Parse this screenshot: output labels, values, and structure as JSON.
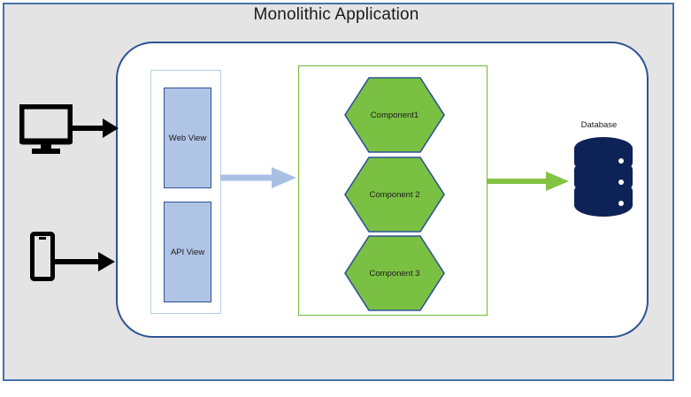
{
  "diagram": {
    "title": "Monolithic Application",
    "colors": {
      "plate_background": "#e4e4e4",
      "plate_border": "#4472a8",
      "monolith_border": "#2e5395",
      "view_fill": "#b0c4e6",
      "view_border": "#2e5395",
      "views_panel_border": "#b8cce4",
      "components_panel_border": "#74b937",
      "hexagon_fill": "#7ac043",
      "hexagon_border": "#2e5395",
      "arrow_blue": "#a9c0e4",
      "arrow_green": "#82c341",
      "arrow_black": "#000000",
      "database_fill": "#0d2257",
      "text": "#1b1b1b"
    },
    "clients": [
      {
        "name": "desktop-monitor",
        "icon": "monitor-icon",
        "label": ""
      },
      {
        "name": "mobile-phone",
        "icon": "phone-icon",
        "label": ""
      }
    ],
    "views_panel": {
      "name": "views-panel",
      "boxes": [
        {
          "label": "Web View"
        },
        {
          "label": "API View"
        }
      ]
    },
    "components_panel": {
      "name": "components-panel",
      "hexagons": [
        {
          "label": "Component1"
        },
        {
          "label": "Component 2"
        },
        {
          "label": "Component 3"
        }
      ]
    },
    "database": {
      "label": "Database",
      "icon": "database-cylinder-icon",
      "disks": 3
    },
    "connectors": [
      {
        "name": "monitor-to-app-arrow",
        "style": "solid-black",
        "direction": "right"
      },
      {
        "name": "phone-to-app-arrow",
        "style": "solid-black",
        "direction": "right"
      },
      {
        "name": "views-to-components-arrow",
        "style": "solid-light-blue",
        "direction": "right"
      },
      {
        "name": "components-to-database-arrow",
        "style": "solid-green",
        "direction": "right"
      }
    ]
  }
}
